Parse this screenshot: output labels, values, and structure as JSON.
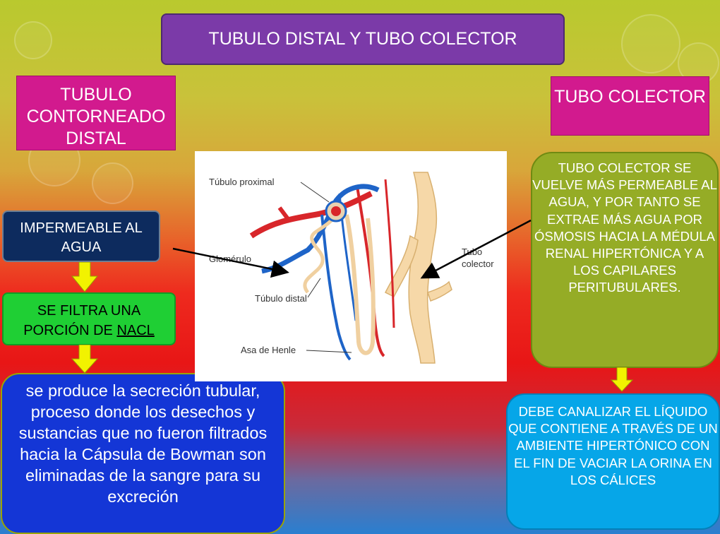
{
  "title": "TUBULO DISTAL Y TUBO COLECTOR",
  "left": {
    "header": "TUBULO CONTORNEADO DISTAL",
    "impermeable": "IMPERMEABLE AL AGUA",
    "filtra_prefix": "SE FILTRA UNA PORCIÓN DE",
    "filtra_ion": "NACL",
    "secrecion": "se produce la secreción tubular, proceso donde los desechos y sustancias que no fueron filtrados hacia la Cápsula de Bowman son eliminadas de la sangre para su excreción"
  },
  "right": {
    "header": "TUBO COLECTOR",
    "description": "TUBO COLECTOR SE VUELVE MÁS PERMEABLE AL AGUA, Y POR TANTO SE EXTRAE MÁS AGUA POR ÓSMOSIS HACIA LA MÉDULA RENAL HIPERTÓNICA Y A LOS CAPILARES PERITUBULARES.",
    "canalizar": "DEBE CANALIZAR EL LÍQUIDO QUE CONTIENE A TRAVÉS DE UN AMBIENTE HIPERTÓNICO CON EL FIN DE VACIAR LA ORINA EN LOS CÁLICES"
  },
  "figure": {
    "labels": {
      "proximal": "Túbulo proximal",
      "glomerulo": "Glomérulo",
      "distal": "Túbulo distal",
      "henle": "Asa de Henle",
      "tubo1": "Tubo",
      "tubo2": "colector"
    }
  },
  "colors": {
    "title_bg": "#7b3aa8",
    "header_bg": "#d21a8e",
    "impermeable_bg": "#0d2b5e",
    "filtra_bg": "#1fcf34",
    "secrecion_bg": "#1436d6",
    "tubo_text_bg": "#95ac26",
    "canalizar_bg": "#06a6e8",
    "arrow": "#f2f200"
  }
}
